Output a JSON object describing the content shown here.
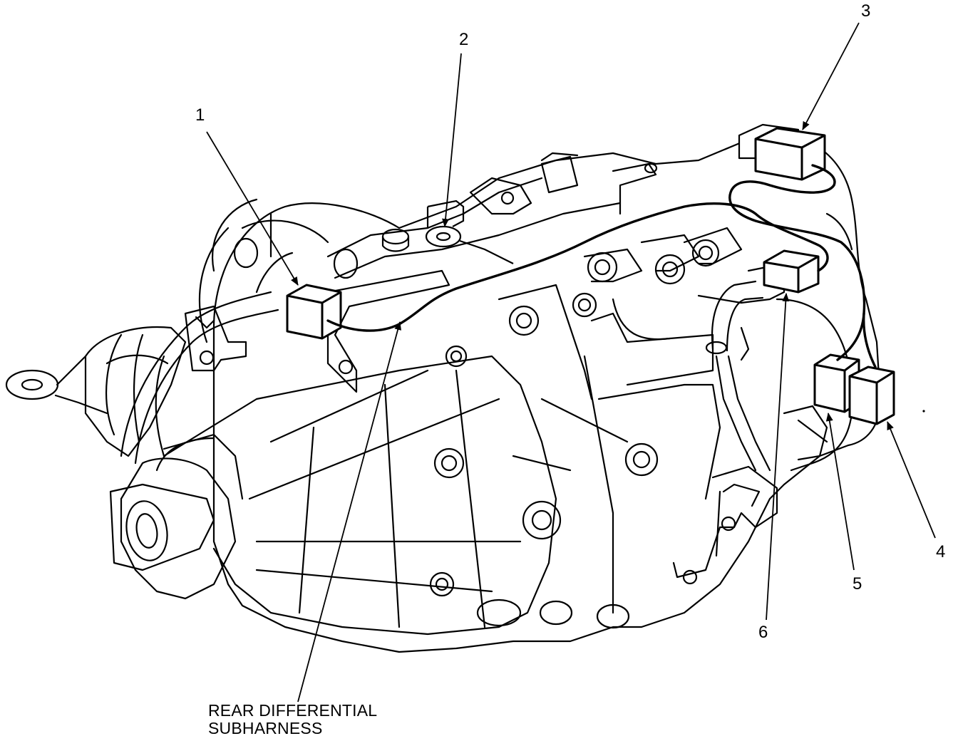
{
  "callouts": {
    "c1": "1",
    "c2": "2",
    "c3": "3",
    "c4": "4",
    "c5": "5",
    "c6": "6"
  },
  "caption": {
    "line1": "REAR DIFFERENTIAL",
    "line2": "SUBHARNESS"
  },
  "colors": {
    "ink": "#000000",
    "paper": "#ffffff"
  }
}
